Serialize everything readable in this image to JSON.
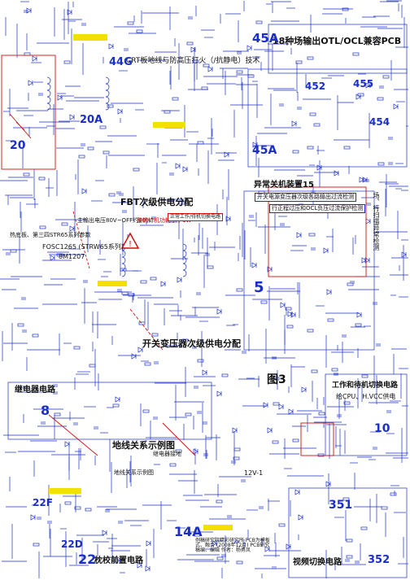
{
  "title_main": "18种场输出OTL/OCL兼容PCB",
  "title_fbt": "FBT次级供电分配",
  "title_smps": "开关变压器次级供电分配",
  "title_crt": "CRT板地线与防高压打火（/抗静电）技术",
  "title_ground": "地线关系示例图",
  "title_fig3": "图3",
  "title_video": "视频切换电路",
  "title_tuner": "枕校前置电路",
  "title_relay": "继电器电路",
  "title_abnormal": "异常关机装置15",
  "label_work_power": "工作和待机切换电路",
  "label_cpu_power": "给CPU、H.VCC供电",
  "note_abnormal_1": "开关电源变压器次级各路输出过流检测",
  "note_abnormal_2": "行正程过压和OCL负压过流保护检测",
  "note_vert": "场、行扫描异常检测",
  "note_main_voltage": "主输出电压80V~OFF约80%",
  "note_standby": "整机待机功耗小于1W",
  "note_std_work": "正常工作/待机切换电路",
  "note_fosc": "FOSC1265 (STRW65系列)",
  "chip_id": "8M1207",
  "note_three": "热底板、第三四STR65系列参数",
  "note_relay": "继电器接地",
  "note_example": "地线关系示例图",
  "num_20": "20",
  "num_20A": "20A",
  "num_44G": "44G",
  "num_45A_top": "45A",
  "num_45A_mid": "45A",
  "num_452": "452",
  "num_455": "455",
  "num_454": "454",
  "num_5": "5",
  "num_8": "8",
  "num_14A": "14A",
  "num_22": "22",
  "num_22D": "22D",
  "num_22F": "22F",
  "num_351": "351",
  "num_352": "352",
  "num_10": "10",
  "num_12V": "12V-1",
  "footer_note": "例稿研究院精彩研究所 PCB为模板式、融合 (2008年12月) PCB研究稿编、编辑 作者：杨勇凤",
  "colors": {
    "line": "#1a2ec8",
    "accent": "#d01010",
    "yellow": "#f2e000",
    "text": "#111111"
  }
}
